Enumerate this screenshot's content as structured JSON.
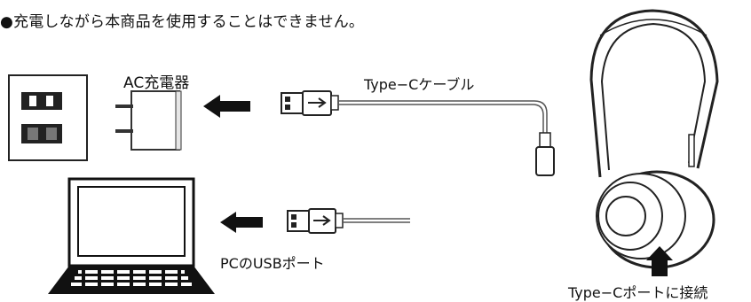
{
  "note": "●充電しながら本商品を使用することはできません。",
  "labels": {
    "ac_charger": "AC充電器",
    "cable": "Type−Cケーブル",
    "pc_usb_port": "PCのUSBポート",
    "connect_port": "Type−Cポートに接続"
  },
  "icons": [
    "wall-outlet-icon",
    "ac-adapter-icon",
    "laptop-icon",
    "headphones-icon",
    "usb-plug-icon",
    "usb-c-plug-icon",
    "arrow-left-icon",
    "arrow-up-icon"
  ],
  "colors": {
    "ink": "#111111",
    "stroke": "#444444"
  }
}
